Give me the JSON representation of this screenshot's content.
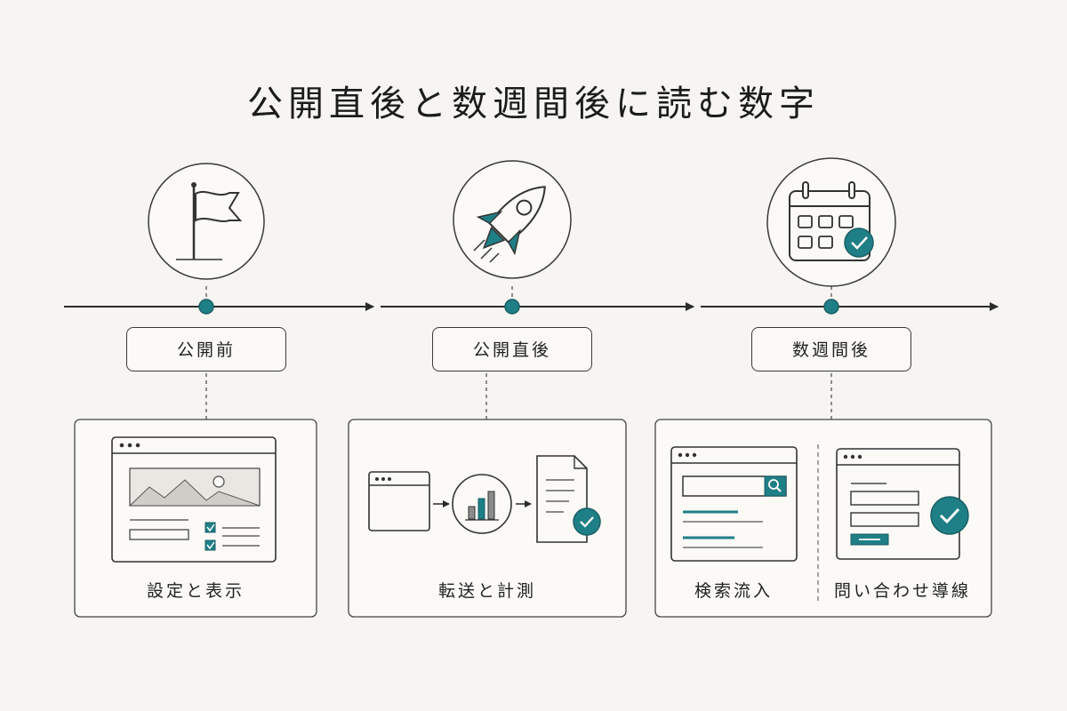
{
  "title": "公開直後と数週間後に読む数字",
  "accent_color": "#1f7f86",
  "line_color": "#2b2b2b",
  "stages": [
    {
      "label": "公開前",
      "icon": "flag-icon"
    },
    {
      "label": "公開直後",
      "icon": "rocket-icon"
    },
    {
      "label": "数週間後",
      "icon": "calendar-check-icon"
    }
  ],
  "cards": [
    {
      "label": "設定と表示",
      "icon": "browser-settings-illustration"
    },
    {
      "label": "転送と計測",
      "icon": "transfer-measure-illustration"
    },
    {
      "labels": [
        "検索流入",
        "問い合わせ導線"
      ],
      "icons": [
        "search-browser-illustration",
        "form-check-illustration"
      ]
    }
  ]
}
